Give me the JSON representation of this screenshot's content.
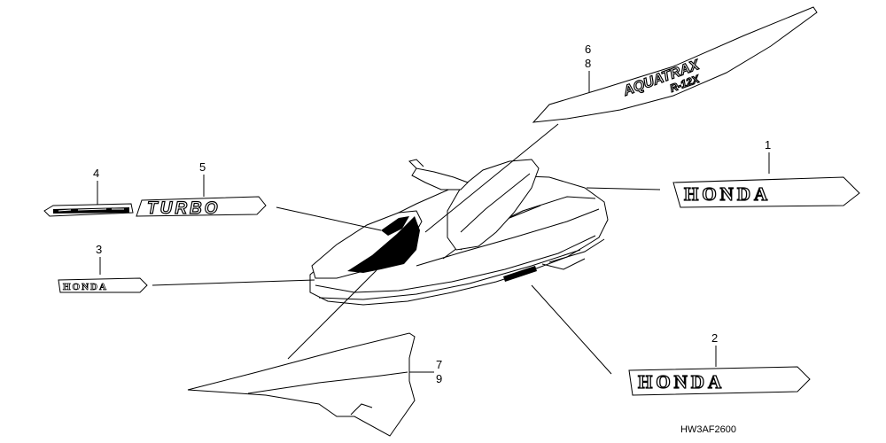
{
  "callouts": {
    "c1": "1",
    "c2": "2",
    "c3": "3",
    "c4": "4",
    "c5": "5",
    "c6": "6",
    "c8": "8",
    "c7": "7",
    "c9": "9"
  },
  "decals": {
    "honda_large_1": "HONDA",
    "honda_large_2": "HONDA",
    "honda_small": "HONDA",
    "turbo": "TURBO",
    "model_name": "AQUATRAX",
    "model_sub": "R-12X"
  },
  "diagram_code": "HW3AF2600",
  "colors": {
    "ink": "#000000",
    "paper": "#ffffff"
  }
}
